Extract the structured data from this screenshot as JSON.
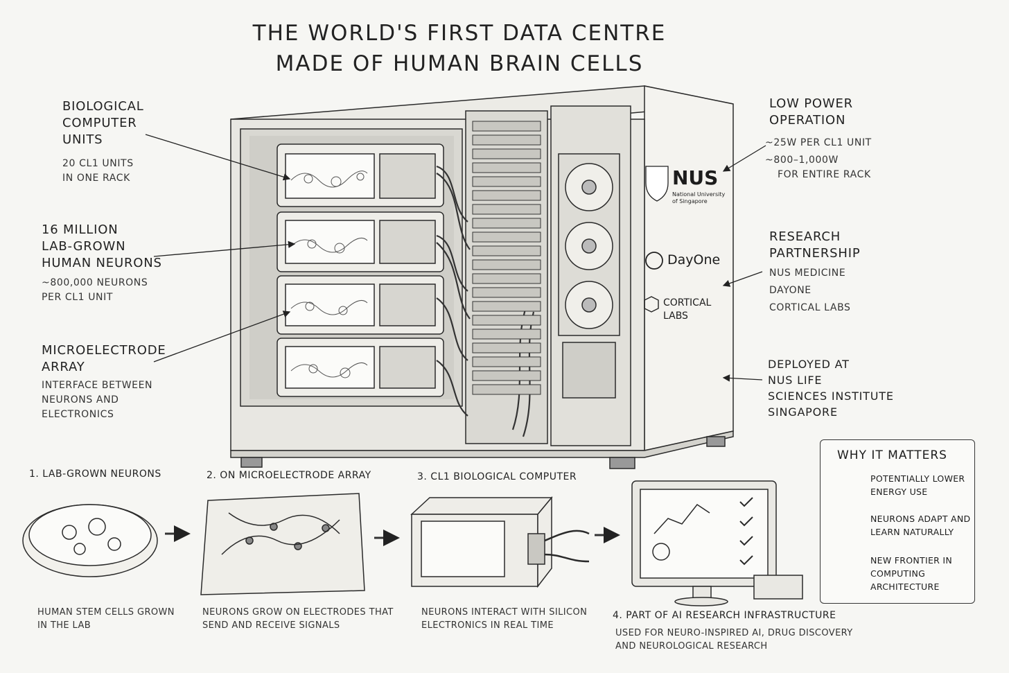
{
  "title": {
    "line1": "The world's first data centre",
    "line2": "made of human brain cells"
  },
  "left_labels": {
    "units": {
      "heading": [
        "Biological",
        "computer",
        "units"
      ],
      "sub": [
        "20 CL1 units",
        "in one rack"
      ]
    },
    "neurons": {
      "heading": [
        "16 million",
        "lab-grown",
        "human neurons"
      ],
      "sub": [
        "~800,000 neurons",
        "per CL1 unit"
      ]
    },
    "mea": {
      "heading": [
        "Microelectrode",
        "array"
      ],
      "sub": [
        "Interface between",
        "neurons and",
        "electronics"
      ]
    }
  },
  "right_labels": {
    "power": {
      "heading": [
        "Low power",
        "operation"
      ],
      "sub": [
        "~25W per CL1 unit",
        "~800–1,000W",
        "for entire rack"
      ]
    },
    "research": {
      "heading": [
        "Research",
        "partnership"
      ],
      "sub": [
        "NUS Medicine",
        "DayOne",
        "Cortical Labs"
      ]
    },
    "deployed": {
      "heading": [
        "Deployed at",
        "NUS Life",
        "Sciences Institute",
        "Singapore"
      ]
    }
  },
  "rack_logos": {
    "nus": {
      "name": "NUS",
      "sub": [
        "National University",
        "of Singapore"
      ]
    },
    "dayone": {
      "name": "DayOne"
    },
    "cortical": {
      "name": [
        "CORTICAL",
        "LABS"
      ]
    }
  },
  "steps": [
    {
      "title": "1. Lab-grown neurons",
      "desc": [
        "Human stem cells grown",
        "in the lab"
      ]
    },
    {
      "title": "2. On microelectrode array",
      "desc": [
        "Neurons grow on electrodes that",
        "send and receive signals"
      ]
    },
    {
      "title": "3. CL1 biological computer",
      "desc": [
        "Neurons interact with silicon",
        "electronics in real time"
      ]
    },
    {
      "title": "4. Part of AI research infrastructure",
      "desc": [
        "Used for neuro-inspired AI, drug discovery",
        "and neurological research"
      ]
    }
  ],
  "why": {
    "title": "Why it matters",
    "items": [
      {
        "icon": "leaf-icon",
        "text": [
          "Potentially lower",
          "energy use"
        ]
      },
      {
        "icon": "brain-icon",
        "text": [
          "Neurons adapt and",
          "learn naturally"
        ]
      },
      {
        "icon": "microscope-icon",
        "text": [
          "New frontier in",
          "computing",
          "architecture"
        ]
      }
    ]
  }
}
